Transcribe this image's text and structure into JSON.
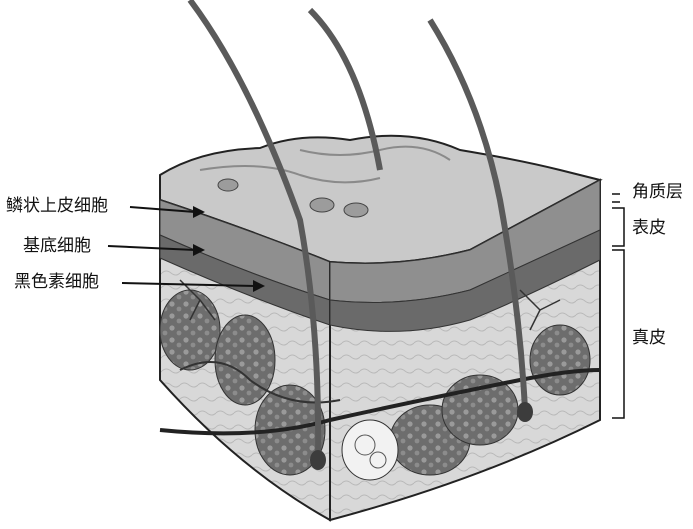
{
  "left_labels": [
    {
      "id": "squamous",
      "text": "鳞状上皮细胞"
    },
    {
      "id": "basal",
      "text": "基底细胞"
    },
    {
      "id": "melanocyte",
      "text": "黑色素细胞"
    }
  ],
  "right_labels": [
    {
      "id": "stratum-corneum",
      "text": "角质层"
    },
    {
      "id": "epidermis",
      "text": "表皮"
    },
    {
      "id": "dermis",
      "text": "真皮"
    }
  ]
}
